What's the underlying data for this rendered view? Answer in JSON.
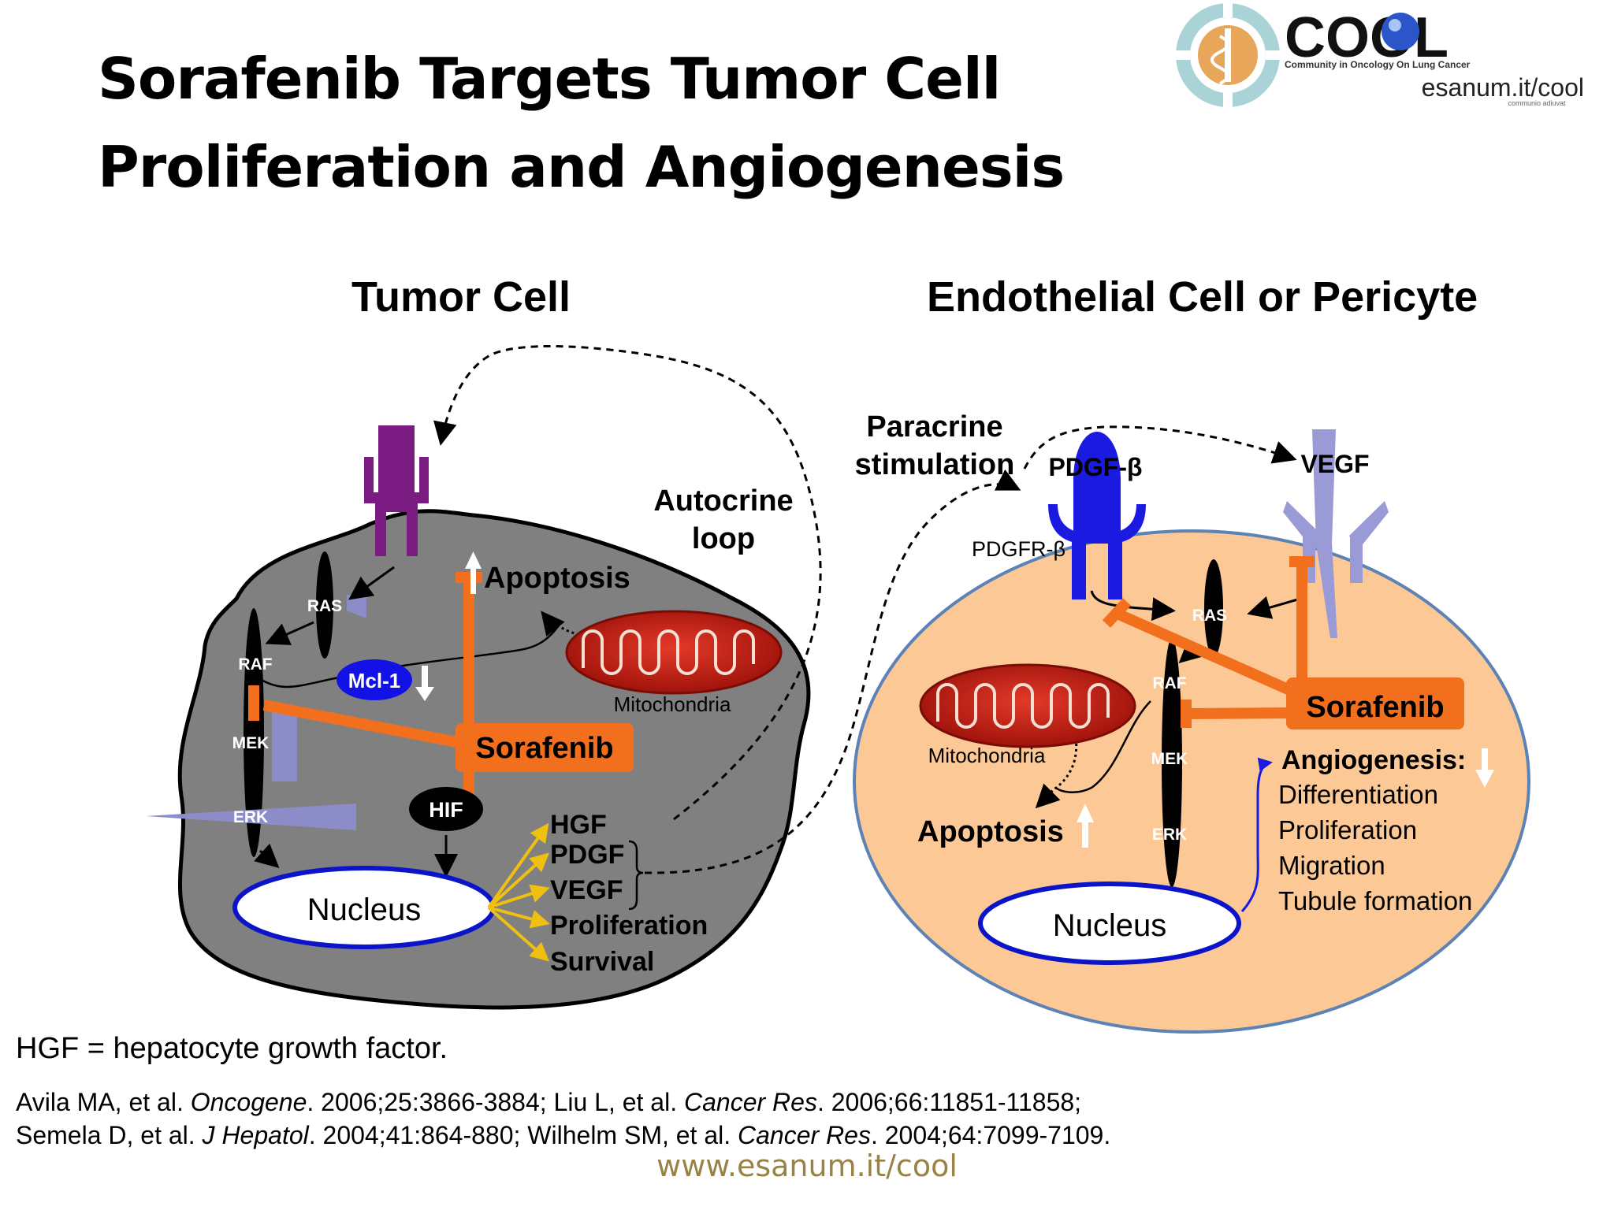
{
  "title": {
    "line1": "Sorafenib Targets Tumor Cell",
    "line2": "Proliferation and Angiogenesis"
  },
  "logo": {
    "name": "COOL",
    "tagline": "Community in Oncology On Lung Cancer",
    "url": "esanum.it/cool",
    "sub": "communio adiuvat",
    "icon": "caduceus-icon"
  },
  "tumor_cell": {
    "heading": "Tumor Cell",
    "ras": "RAS",
    "raf": "RAF",
    "mek": "MEK",
    "erk": "ERK",
    "mcl1": "Mcl-1",
    "apoptosis": "Apoptosis",
    "mitochondria": "Mitochondria",
    "sorafenib": "Sorafenib",
    "hif": "HIF",
    "nucleus": "Nucleus",
    "outputs": [
      "HGF",
      "PDGF",
      "VEGF",
      "Proliferation",
      "Survival"
    ],
    "autocrine_line1": "Autocrine",
    "autocrine_line2": "loop"
  },
  "endothelial_cell": {
    "heading": "Endothelial Cell or Pericyte",
    "paracrine_line1": "Paracrine",
    "paracrine_line2": "stimulation",
    "pdgf_beta": "PDGF-β",
    "vegf": "VEGF",
    "pdgfr_beta": "PDGFR-β",
    "ras": "RAS",
    "raf": "RAF",
    "mek": "MEK",
    "erk": "ERK",
    "mitochondria": "Mitochondria",
    "apoptosis": "Apoptosis",
    "sorafenib": "Sorafenib",
    "nucleus": "Nucleus",
    "angiogenesis": "Angiogenesis:",
    "angiogenesis_items": [
      "Differentiation",
      "Proliferation",
      "Migration",
      "Tubule formation"
    ]
  },
  "colors": {
    "sorafenib": "#f26f1e",
    "tumor_cell": "#808080",
    "endothelial_cell": "#fcc996",
    "nucleus_border": "#0b14c8",
    "mitochondria": "#d8251a",
    "receptor_purple": "#7b1c83",
    "pdgfr_blue": "#1a1ae0",
    "vegf_lavender": "#9a9ad6",
    "yellow_arrow": "#f0c010",
    "footer": "#9a8247"
  },
  "footnote": "HGF = hepatocyte growth factor.",
  "references": {
    "line1": [
      {
        "text": "Avila MA, et al. ",
        "italic": false
      },
      {
        "text": "Oncogene",
        "italic": true
      },
      {
        "text": ". 2006;25:3866-3884; Liu L, et al. ",
        "italic": false
      },
      {
        "text": "Cancer Res",
        "italic": true
      },
      {
        "text": ". 2006;66:11851-11858;",
        "italic": false
      }
    ],
    "line2": [
      {
        "text": "Semela D, et al. ",
        "italic": false
      },
      {
        "text": "J Hepatol",
        "italic": true
      },
      {
        "text": ". 2004;41:864-880; Wilhelm SM, et al. ",
        "italic": false
      },
      {
        "text": "Cancer Res",
        "italic": true
      },
      {
        "text": ". 2004;64:7099-7109.",
        "italic": false
      }
    ]
  },
  "footer_url": "www.esanum.it/cool"
}
